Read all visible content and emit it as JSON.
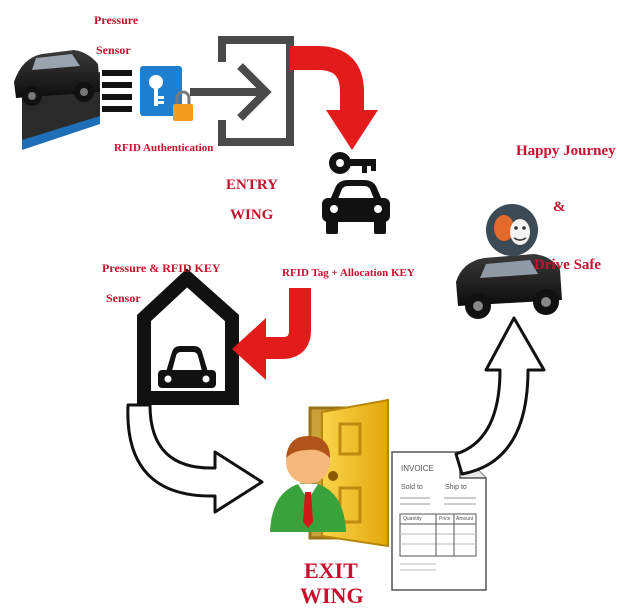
{
  "labels": {
    "pressure": "Pressure",
    "sensor": "Sensor",
    "rfid_auth": "RFID Authentication",
    "entry_line1": "ENTRY",
    "entry_line2": "WING",
    "pressure_rfid_key": "Pressure & RFID KEY",
    "sensor2": "Sensor",
    "rfid_tag_allocation": "RFID Tag + Allocation KEY",
    "happy_journey": "Happy Journey",
    "ampersand": "&",
    "drive_safe": "Drive Safe",
    "exit_line1": "EXIT",
    "exit_line2": "WING"
  },
  "invoice": {
    "title": "INVOICE",
    "sold_to": "Sold to",
    "ship_to": "Ship to",
    "col_quantity": "Quantity",
    "col_price": "Price",
    "col_amount": "Amount"
  },
  "colors": {
    "label_red": "#c8102e",
    "arrow_red": "#e21b1b",
    "dark": "#1a1a1a",
    "door_yellow": "#f6c21a",
    "person_green": "#3aa23a"
  },
  "icons": [
    "car-on-ramp-icon",
    "sensor-bars-icon",
    "rfid-lock-icon",
    "entry-door-icon",
    "key-icon",
    "car-icon",
    "garage-icon",
    "exit-door-icon",
    "person-icon",
    "invoice-icon",
    "theater-masks-icon"
  ]
}
